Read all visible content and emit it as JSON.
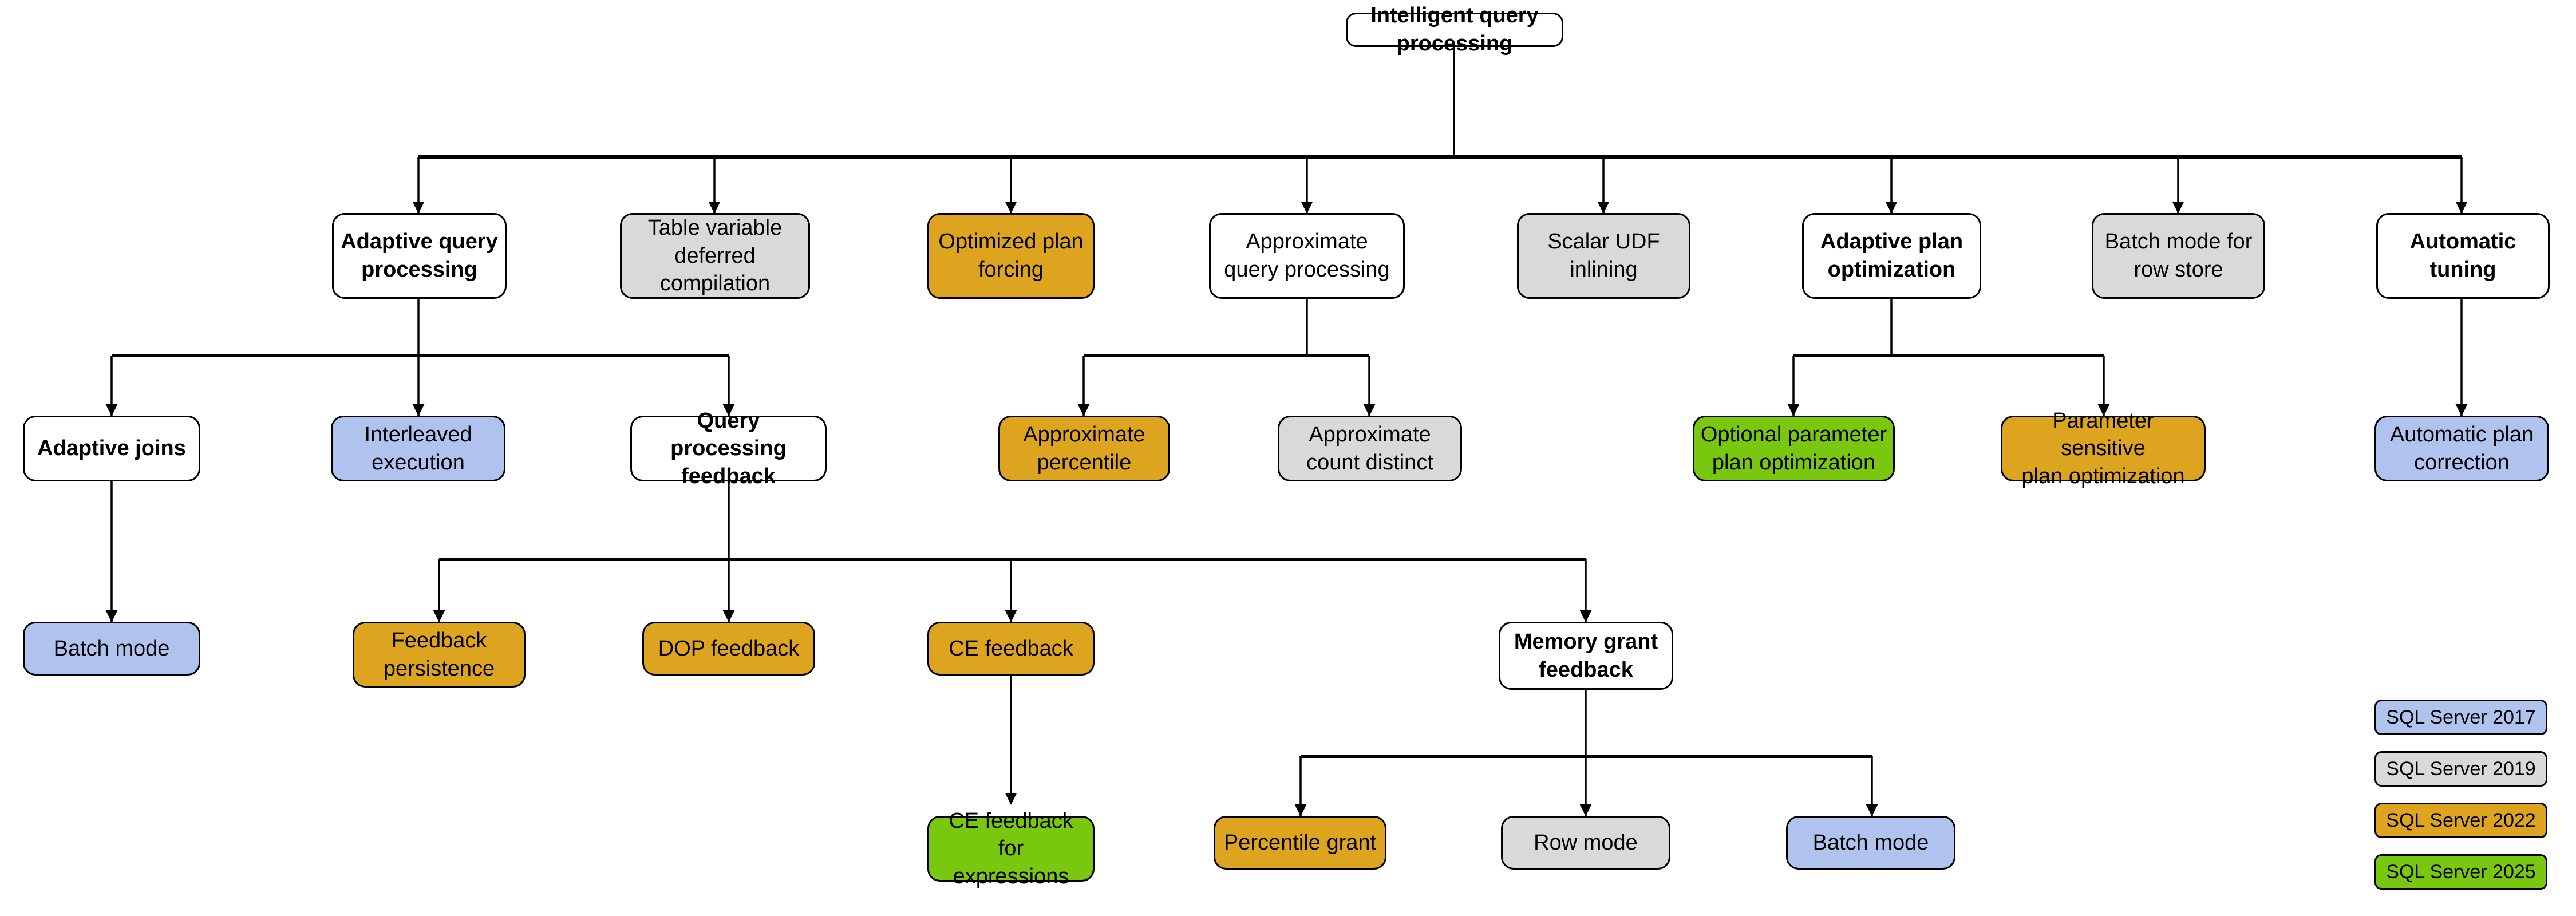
{
  "diagram": {
    "title": "Intelligent query processing",
    "type": "hierarchy-tree",
    "colors": {
      "white": "#ffffff",
      "gray": "#d9d9d9",
      "orange": "#dda51f",
      "blue": "#b0c3ef",
      "green": "#7ac70f",
      "stroke": "#000000"
    }
  },
  "nodes": {
    "root": "Intelligent query\nprocessing",
    "adaptive_query_processing": "Adaptive query\nprocessing",
    "table_variable_deferred_compilation": "Table variable\ndeferred compilation",
    "optimized_plan_forcing": "Optimized plan\nforcing",
    "approximate_query_processing": "Approximate\nquery processing",
    "scalar_udf_inlining": "Scalar UDF\ninlining",
    "adaptive_plan_optimization": "Adaptive plan\noptimization",
    "batch_mode_for_row_store": "Batch mode for\nrow store",
    "automatic_tuning": "Automatic\ntuning",
    "adaptive_joins": "Adaptive joins",
    "interleaved_execution": "Interleaved\nexecution",
    "query_processing_feedback": "Query processing\nfeedback",
    "approximate_percentile": "Approximate\npercentile",
    "approximate_count_distinct": "Approximate\ncount distinct",
    "optional_parameter_plan_optimization": "Optional parameter\nplan optimization",
    "parameter_sensitive_plan_optimization": "Parameter sensitive\nplan optimization",
    "automatic_plan_correction": "Automatic plan\ncorrection",
    "batch_mode_adaptive_joins": "Batch mode",
    "feedback_persistence": "Feedback\npersistence",
    "dop_feedback": "DOP feedback",
    "ce_feedback": "CE feedback",
    "memory_grant_feedback": "Memory grant\nfeedback",
    "ce_feedback_for_expressions": "CE feedback for\nexpressions",
    "percentile_grant": "Percentile grant",
    "row_mode": "Row mode",
    "batch_mode_memory_grant": "Batch mode"
  },
  "legend": {
    "items": [
      {
        "label": "SQL Server 2017",
        "color": "#b0c3ef",
        "fill": "blue"
      },
      {
        "label": "SQL Server 2019",
        "color": "#d9d9d9",
        "fill": "gray"
      },
      {
        "label": "SQL Server 2022",
        "color": "#dda51f",
        "fill": "orange"
      },
      {
        "label": "SQL Server 2025",
        "color": "#7ac70f",
        "fill": "green"
      }
    ]
  }
}
